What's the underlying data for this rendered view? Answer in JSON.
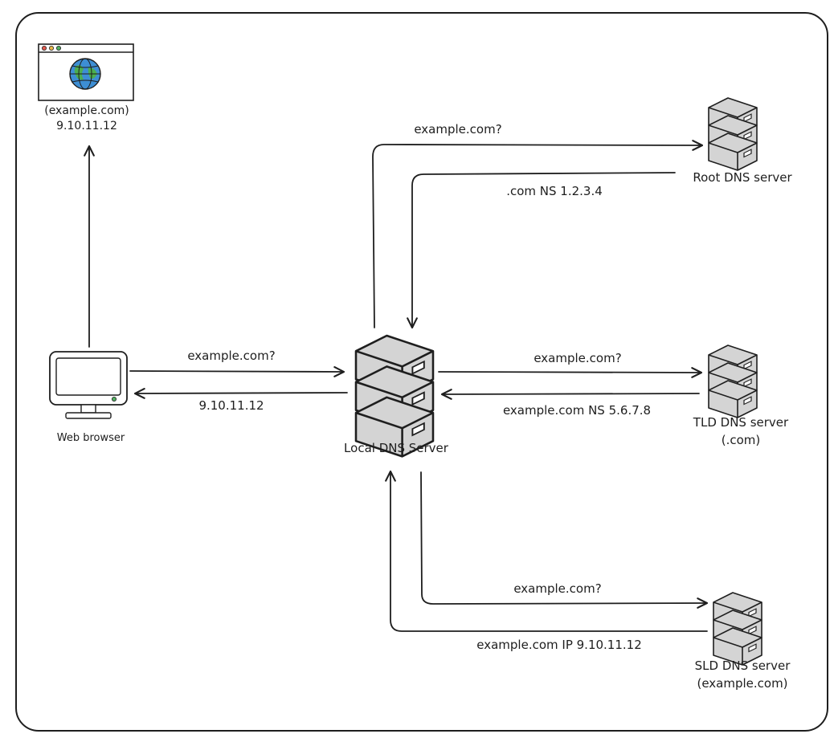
{
  "nodes": {
    "website": {
      "name_line1": "(example.com)",
      "name_line2": "9.10.11.12",
      "icon": "browser-window-globe-icon"
    },
    "web_browser": {
      "label": "Web browser",
      "icon": "monitor-icon"
    },
    "local_dns": {
      "label": "Local DNS Server",
      "icon": "server-stack-icon"
    },
    "root_dns": {
      "label": "Root DNS server",
      "icon": "server-stack-icon"
    },
    "tld_dns": {
      "label_line1": "TLD DNS server",
      "label_line2": "(.com)",
      "icon": "server-stack-icon"
    },
    "sld_dns": {
      "label_line1": "SLD DNS server",
      "label_line2": "(example.com)",
      "icon": "server-stack-icon"
    }
  },
  "edges": {
    "browser_to_local": "example.com?",
    "local_to_browser": "9.10.11.12",
    "local_to_root": "example.com?",
    "root_to_local": ".com NS 1.2.3.4",
    "local_to_tld": "example.com?",
    "tld_to_local": "example.com NS 5.6.7.8",
    "local_to_sld": "example.com?",
    "sld_to_local": "example.com IP 9.10.11.12"
  },
  "colors": {
    "stroke": "#1e1e1e",
    "server_fill": "#d4d4d4",
    "globe_blue": "#3d8ed4",
    "globe_green": "#4caf50",
    "dot_red": "#e55a4e",
    "dot_yellow": "#e8b84a",
    "dot_green": "#52b062"
  }
}
